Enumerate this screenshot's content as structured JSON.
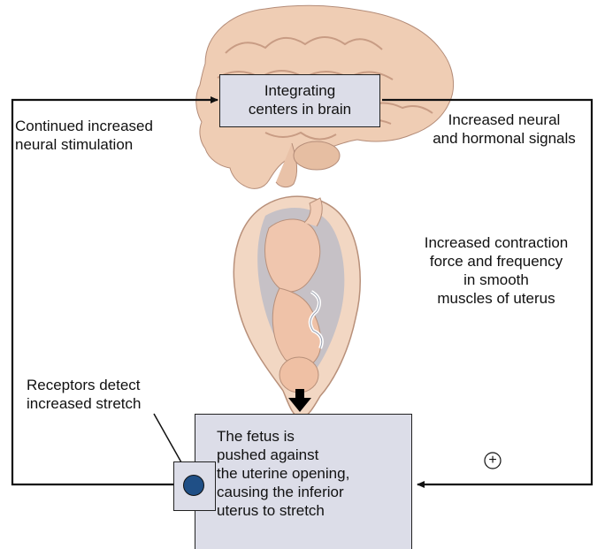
{
  "integrator": {
    "lines": [
      "Integrating",
      "centers in brain"
    ]
  },
  "left_label": {
    "lines": [
      "Continued increased",
      "neural stimulation"
    ]
  },
  "right_top_label": {
    "lines": [
      "Increased neural",
      "and hormonal signals"
    ]
  },
  "effector_label": {
    "lines": [
      "Increased contraction",
      "force and frequency",
      "in smooth",
      "muscles of uterus"
    ]
  },
  "receptor_label": {
    "lines": [
      "Receptors detect",
      "increased stretch"
    ]
  },
  "stimulus": {
    "lines": [
      "The fetus is",
      "pushed against",
      "the uterine opening,",
      "causing the inferior",
      "uterus to stretch"
    ]
  },
  "feedback_sign": "+",
  "colors": {
    "box_fill": "#dcdde8",
    "receptor_fill": "#1f4f86",
    "brain": "#efcdb4",
    "uterus": "#f2d7c3",
    "line": "#111111"
  },
  "icons": {
    "brain": "brain-illustration",
    "uterus": "uterus-with-fetus-illustration",
    "receptor": "receptor-dot-icon",
    "push_arrow": "down-arrow-icon"
  }
}
